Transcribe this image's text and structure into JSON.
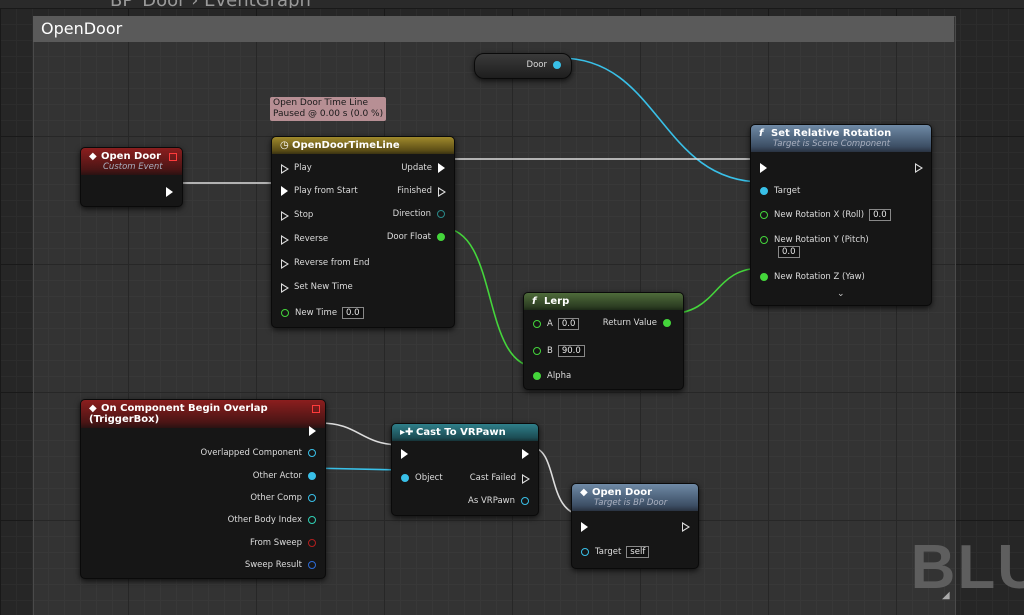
{
  "topbar": {
    "crumb": "BP_Door › EventGraph"
  },
  "comment": {
    "title": "OpenDoor"
  },
  "watermark": "BLU",
  "tooltip": {
    "line1": "Open Door Time Line",
    "line2": "Paused @ 0.00 s (0.0 %)"
  },
  "var_door": {
    "label": "Door"
  },
  "event_open_door": {
    "title": "Open Door",
    "subtitle": "Custom Event"
  },
  "timeline": {
    "title": "OpenDoorTimeLine",
    "inputs": [
      "Play",
      "Play from Start",
      "Stop",
      "Reverse",
      "Reverse from End",
      "Set New Time"
    ],
    "new_time_label": "New Time",
    "new_time_value": "0.0",
    "outputs": [
      "Update",
      "Finished",
      "Direction",
      "Door Float"
    ]
  },
  "set_rotation": {
    "title": "Set Relative Rotation",
    "subtitle": "Target is Scene Component",
    "target_label": "Target",
    "rot_x_label": "New Rotation X (Roll)",
    "rot_x_value": "0.0",
    "rot_y_label": "New Rotation Y (Pitch)",
    "rot_y_value": "0.0",
    "rot_z_label": "New Rotation Z (Yaw)"
  },
  "lerp": {
    "title": "Lerp",
    "a_label": "A",
    "a_value": "0.0",
    "b_label": "B",
    "b_value": "90.0",
    "alpha_label": "Alpha",
    "return_label": "Return Value"
  },
  "overlap": {
    "title": "On Component Begin Overlap (TriggerBox)",
    "pins": [
      "Overlapped Component",
      "Other Actor",
      "Other Comp",
      "Other Body Index",
      "From Sweep",
      "Sweep Result"
    ]
  },
  "cast": {
    "title": "Cast To VRPawn",
    "object_label": "Object",
    "cast_failed_label": "Cast Failed",
    "as_label": "As VRPawn"
  },
  "call_open_door": {
    "title": "Open Door",
    "subtitle": "Target is BP Door",
    "target_label": "Target",
    "target_value": "self"
  },
  "colors": {
    "exec": "#ffffff",
    "object": "#39c0e8",
    "float": "#44d53b",
    "struct": "#b21e1e"
  }
}
